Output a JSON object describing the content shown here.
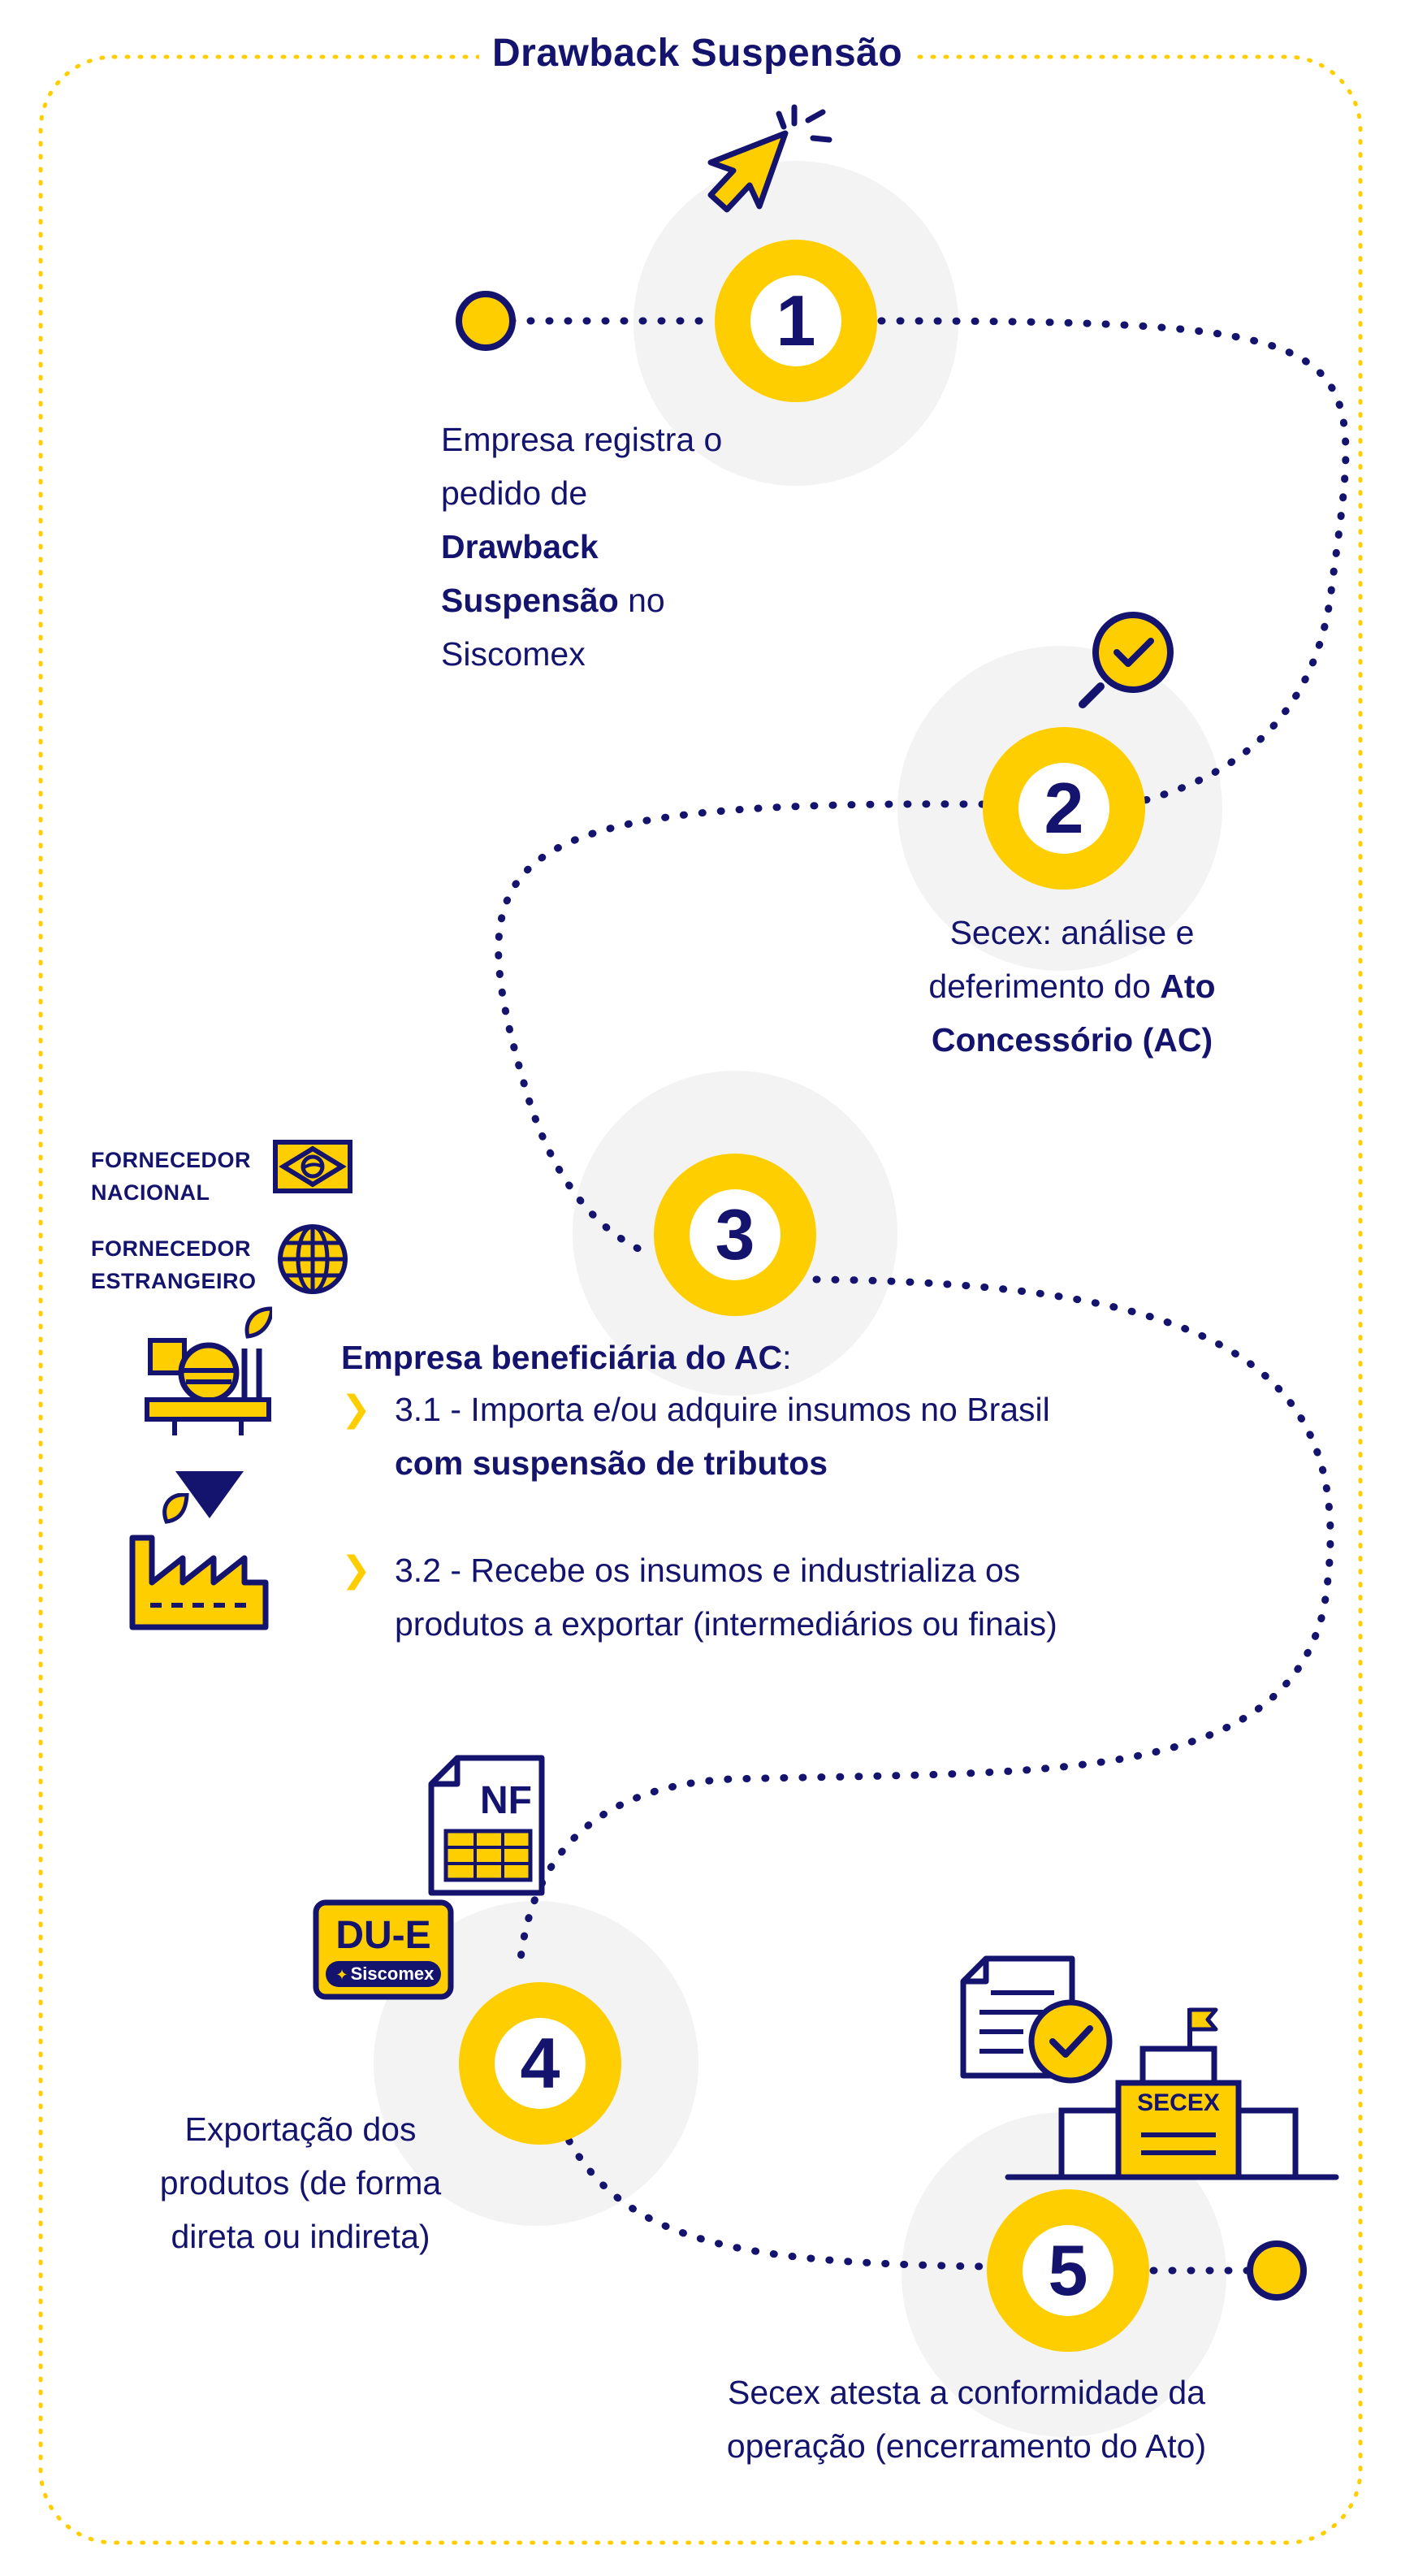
{
  "title": "Drawback Suspensão",
  "colors": {
    "navy": "#14146e",
    "yellow": "#ffce00",
    "halo": "#f3f3f3"
  },
  "steps": [
    {
      "number": "1",
      "lines": [
        {
          "parts": [
            {
              "t": "Empresa registra o",
              "b": false
            }
          ]
        },
        {
          "parts": [
            {
              "t": "pedido de",
              "b": false
            }
          ]
        },
        {
          "parts": [
            {
              "t": "Drawback",
              "b": true
            }
          ]
        },
        {
          "parts": [
            {
              "t": "Suspensão",
              "b": true
            },
            {
              "t": " no",
              "b": false
            }
          ]
        },
        {
          "parts": [
            {
              "t": "Siscomex",
              "b": false
            }
          ]
        }
      ]
    },
    {
      "number": "2",
      "lines": [
        {
          "parts": [
            {
              "t": "Secex: análise e",
              "b": false
            }
          ]
        },
        {
          "parts": [
            {
              "t": "deferimento do ",
              "b": false
            },
            {
              "t": "Ato",
              "b": true
            }
          ]
        },
        {
          "parts": [
            {
              "t": "Concessório (AC)",
              "b": true
            }
          ]
        }
      ]
    },
    {
      "number": "3",
      "heading": "Empresa beneficiária do AC",
      "heading_suffix": ":",
      "items": [
        {
          "lines": [
            {
              "parts": [
                {
                  "t": "3.1 - Importa e/ou adquire insumos no Brasil",
                  "b": false
                }
              ]
            },
            {
              "parts": [
                {
                  "t": "com suspensão de tributos",
                  "b": true
                }
              ]
            }
          ]
        },
        {
          "lines": [
            {
              "parts": [
                {
                  "t": "3.2 - Recebe os insumos e industrializa os",
                  "b": false
                }
              ]
            },
            {
              "parts": [
                {
                  "t": "produtos a exportar (intermediários ou finais)",
                  "b": false
                }
              ]
            }
          ]
        }
      ]
    },
    {
      "number": "4",
      "lines": [
        {
          "parts": [
            {
              "t": "Exportação dos",
              "b": false
            }
          ]
        },
        {
          "parts": [
            {
              "t": "produtos (de forma",
              "b": false
            }
          ]
        },
        {
          "parts": [
            {
              "t": "direta ou indireta)",
              "b": false
            }
          ]
        }
      ]
    },
    {
      "number": "5",
      "lines": [
        {
          "parts": [
            {
              "t": "Secex atesta a conformidade da",
              "b": false
            }
          ]
        },
        {
          "parts": [
            {
              "t": "operação (encerramento do Ato)",
              "b": false
            }
          ]
        }
      ]
    }
  ],
  "suppliers": [
    {
      "line1": "FORNECEDOR",
      "line2": "NACIONAL",
      "icon": "brazil-flag-icon"
    },
    {
      "line1": "FORNECEDOR",
      "line2": "ESTRANGEIRO",
      "icon": "globe-icon"
    }
  ],
  "icons": {
    "nf_label": "NF",
    "due_label": "DU-E",
    "siscomex_label": "Siscomex",
    "secex_label": "SECEX"
  }
}
